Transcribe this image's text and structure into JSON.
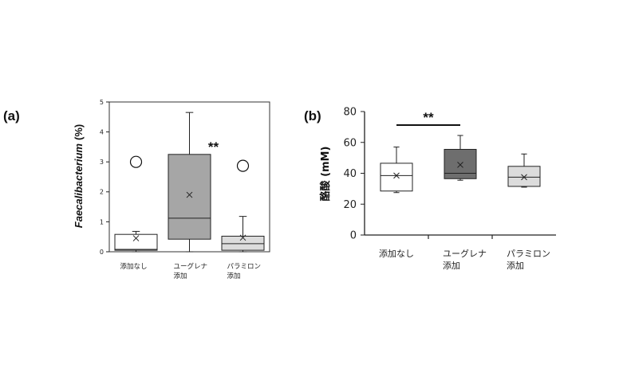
{
  "chart_data": [
    {
      "type": "box",
      "panel_label": "(a)",
      "ylabel": "Faecalibacterium",
      "ylabel_unit": "(%)",
      "ylim": [
        0,
        5
      ],
      "yticks": [
        0,
        1,
        2,
        3,
        4,
        5
      ],
      "significance": "**",
      "categories": [
        {
          "lines": [
            "添加なし"
          ]
        },
        {
          "lines": [
            "ユーグレナ",
            "添加"
          ]
        },
        {
          "lines": [
            "パラミロン",
            "添加"
          ]
        }
      ],
      "boxes": [
        {
          "min": 0.0,
          "q1": 0.05,
          "median": 0.08,
          "q3": 0.58,
          "max": 0.68,
          "mean": 0.45,
          "outliers": [
            3.0
          ],
          "fill": "#ffffff"
        },
        {
          "min": 0.0,
          "q1": 0.42,
          "median": 1.12,
          "q3": 3.25,
          "max": 4.65,
          "mean": 1.9,
          "outliers": [],
          "fill": "#a6a6a6"
        },
        {
          "min": 0.0,
          "q1": 0.05,
          "median": 0.27,
          "q3": 0.52,
          "max": 1.18,
          "mean": 0.47,
          "outliers": [
            2.87
          ],
          "fill": "#dcdcdc"
        }
      ]
    },
    {
      "type": "box",
      "panel_label": "(b)",
      "ylabel": "酪酸 (mM)",
      "ylim": [
        0,
        80
      ],
      "yticks": [
        0,
        20,
        40,
        60,
        80
      ],
      "significance": "**",
      "categories": [
        {
          "lines": [
            "添加なし"
          ]
        },
        {
          "lines": [
            "ユーグレナ",
            "添加"
          ]
        },
        {
          "lines": [
            "パラミロン",
            "添加"
          ]
        }
      ],
      "boxes": [
        {
          "min": 27.5,
          "q1": 28.5,
          "median": 38.5,
          "q3": 46.5,
          "max": 57,
          "mean": 38.5,
          "outliers": [],
          "fill": "#ffffff"
        },
        {
          "min": 35.5,
          "q1": 36.5,
          "median": 40,
          "q3": 55.5,
          "max": 64.5,
          "mean": 45.5,
          "outliers": [],
          "fill": "#6e6e6e"
        },
        {
          "min": 31,
          "q1": 31.5,
          "median": 37.5,
          "q3": 44.5,
          "max": 52.5,
          "mean": 37.5,
          "outliers": [],
          "fill": "#dcdcdc"
        }
      ]
    }
  ]
}
